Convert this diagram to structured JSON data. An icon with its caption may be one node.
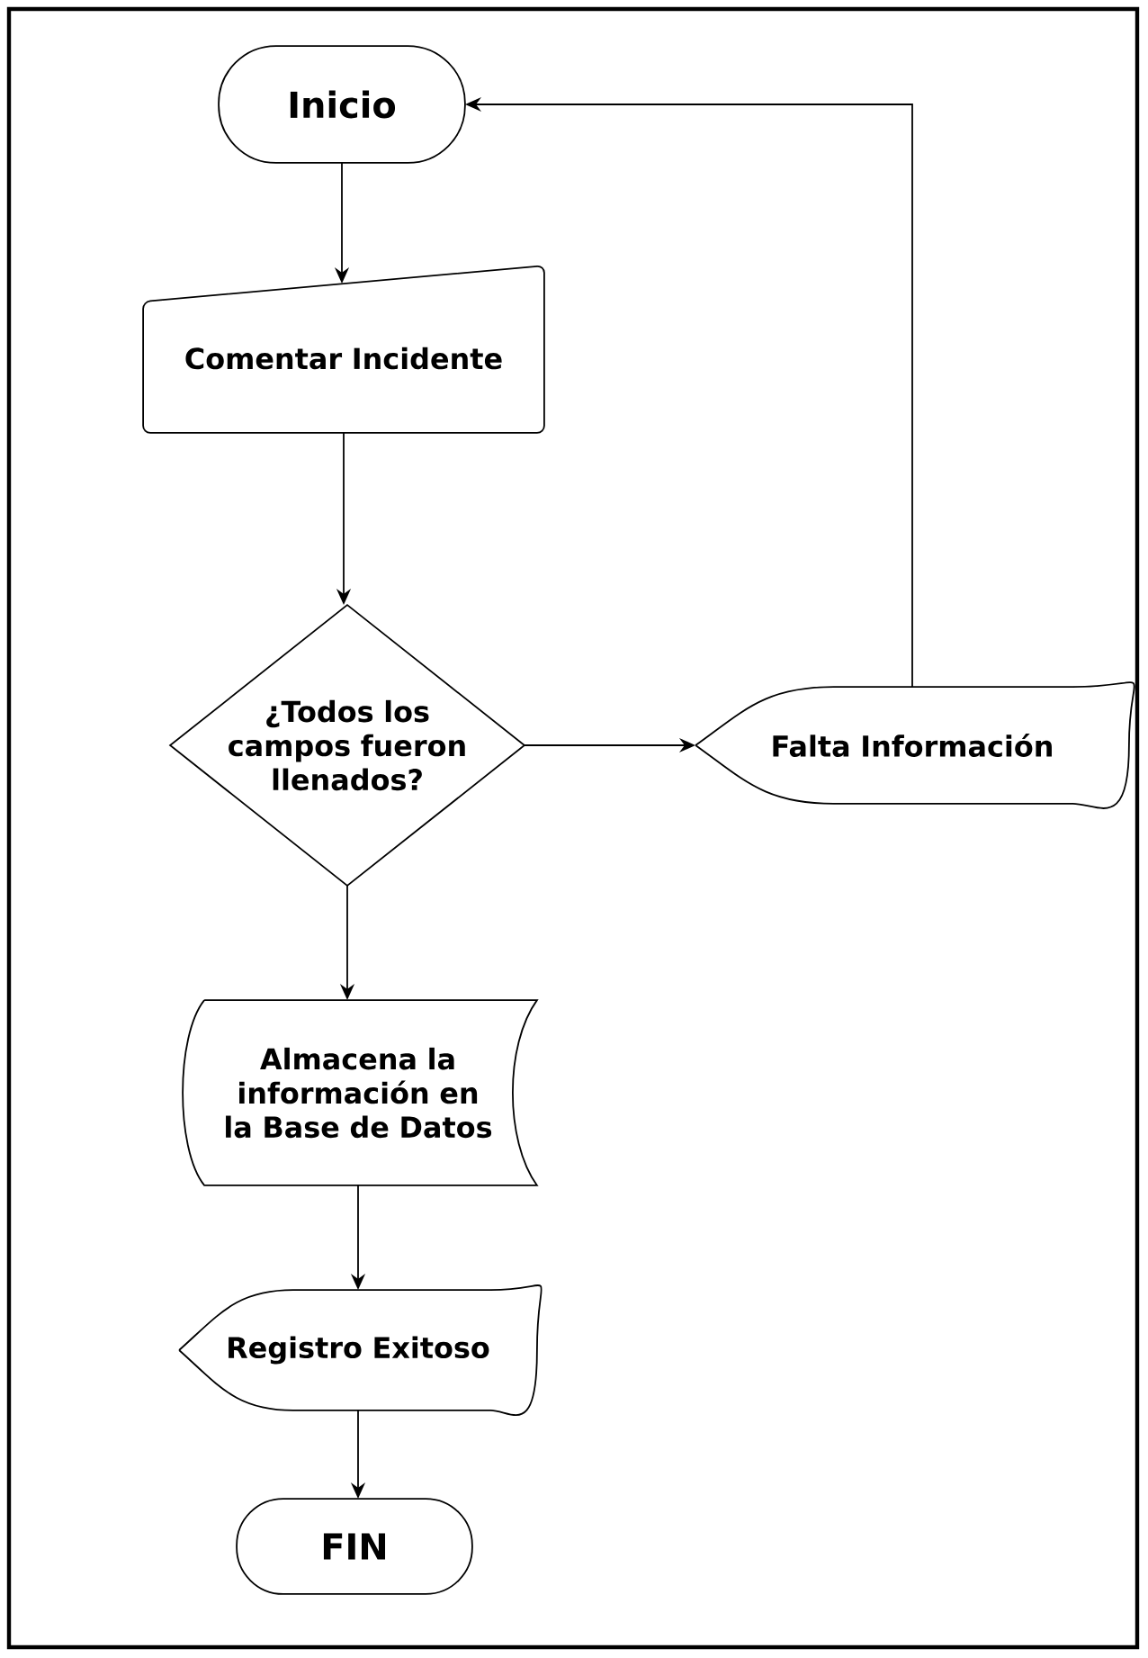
{
  "diagram": {
    "nodes": [
      {
        "text": [
          "Inicio"
        ]
      },
      {
        "text": [
          "Comentar Incidente"
        ]
      },
      {
        "text": [
          "¿Todos los campos fueron llenados?"
        ]
      },
      {
        "text": [
          "Falta Información"
        ]
      },
      {
        "text": [
          "Almacena la información en la Base de Datos"
        ]
      },
      {
        "text": [
          "Registro Exitoso"
        ]
      },
      {
        "text": [
          "FIN"
        ]
      }
    ],
    "edges": [
      {
        "from": 0,
        "to": 1,
        "arrow": "to"
      },
      {
        "from": 1,
        "to": 2,
        "arrow": "to"
      },
      {
        "from": 2,
        "to": 3,
        "arrow": "to"
      },
      {
        "from": 3,
        "to": 0,
        "arrow": "to"
      },
      {
        "from": 2,
        "to": 4,
        "arrow": "to"
      },
      {
        "from": 4,
        "to": 5,
        "arrow": "to"
      },
      {
        "from": 5,
        "to": 6,
        "arrow": "to"
      }
    ]
  }
}
